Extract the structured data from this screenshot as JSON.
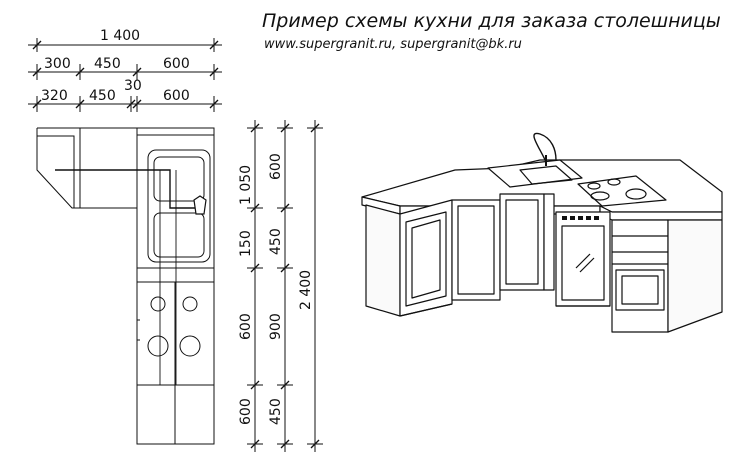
{
  "header": {
    "title": "Пример схемы кухни для заказа столешницы",
    "subtitle": "www.supergranit.ru, supergranit@bk.ru"
  },
  "dimensions": {
    "top_total": "1 400",
    "row1": [
      "300",
      "450",
      "600"
    ],
    "gap": "30",
    "row2": [
      "320",
      "450",
      "600"
    ],
    "right_col1": [
      "1 050",
      "150",
      "600",
      "600"
    ],
    "right_col2": [
      "600",
      "450",
      "900",
      "450"
    ],
    "right_total": "2 400"
  }
}
